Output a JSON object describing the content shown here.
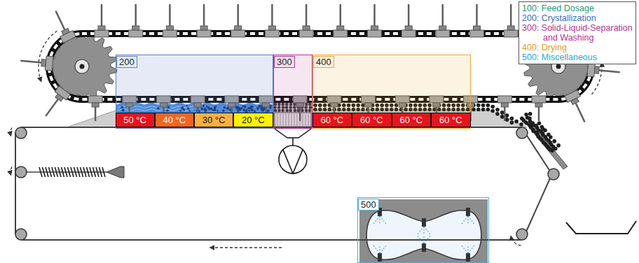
{
  "diagram": {
    "nodes": [
      {
        "text": [
          "200"
        ]
      },
      {
        "text": [
          "50 °C"
        ],
        "in": 0
      },
      {
        "text": [
          "40 °C"
        ],
        "in": 0
      },
      {
        "text": [
          "30 °C"
        ],
        "in": 0
      },
      {
        "text": [
          "20 °C"
        ],
        "in": 0
      },
      {
        "text": [
          "300"
        ]
      },
      {
        "text": [
          "400"
        ]
      },
      {
        "text": [
          "60 °C"
        ],
        "in": 6
      },
      {
        "text": [
          "60 °C"
        ],
        "in": 6
      },
      {
        "text": [
          "60 °C"
        ],
        "in": 6
      },
      {
        "text": [
          "60 °C"
        ],
        "in": 6
      },
      {
        "text": [
          "500"
        ]
      }
    ],
    "legend": [
      {
        "text": "100: Feed Dosage",
        "color": "#1a9c7c"
      },
      {
        "text": "200: Crystallization",
        "color": "#3a6fc4"
      },
      {
        "text": "300: Solid-Liquid-Separation and Washing",
        "color": "#b4338f"
      },
      {
        "text": "400: Drying",
        "color": "#e69a1c"
      },
      {
        "text": "500: Miscellaneous",
        "color": "#2aa7d6"
      }
    ]
  }
}
